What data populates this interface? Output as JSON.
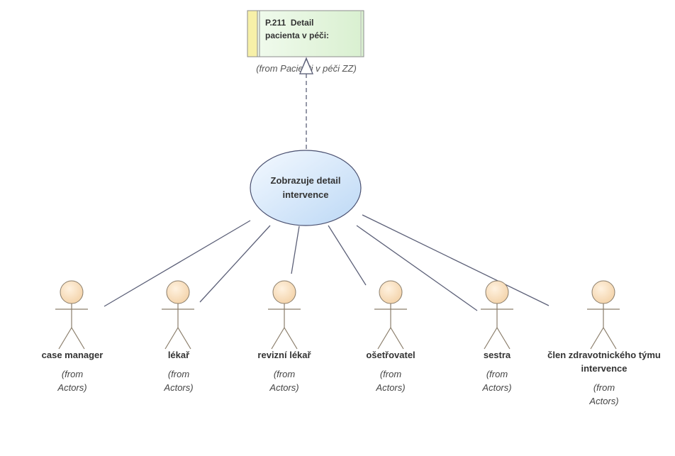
{
  "package": {
    "id": "P.211",
    "title_line1": "Detail",
    "title_line2": "pacienta v péči:",
    "from": "(from Pacienti v péči ZZ)"
  },
  "use_case": {
    "line1": "Zobrazuje detail",
    "line2": "intervence"
  },
  "actors": [
    {
      "name": "case manager",
      "from1": "(from",
      "from2": "Actors)"
    },
    {
      "name": "lékař",
      "from1": "(from",
      "from2": "Actors)"
    },
    {
      "name": "revizní lékař",
      "from1": "(from",
      "from2": "Actors)"
    },
    {
      "name": "ošetřovatel",
      "from1": "(from",
      "from2": "Actors)"
    },
    {
      "name": "sestra",
      "from1": "(from",
      "from2": "Actors)"
    },
    {
      "name": "člen zdravotnického týmu intervence",
      "from1": "(from",
      "from2": "Actors)"
    }
  ],
  "colors": {
    "actor_head": "#fbe3c4",
    "actor_stroke": "#8a7d6a",
    "line": "#5c6078",
    "package_fill": "#e3f5dc",
    "package_tab": "#f7f0a8",
    "usecase_fill_light": "#eef6ff",
    "usecase_fill_dark": "#c3dcf5"
  }
}
